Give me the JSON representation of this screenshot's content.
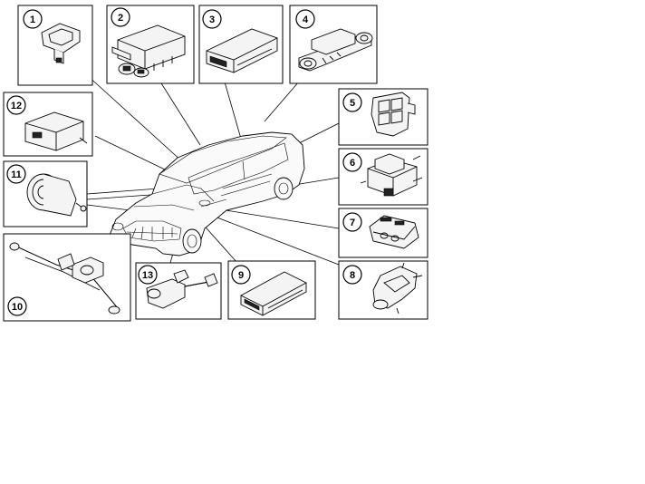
{
  "diagram": {
    "callouts": [
      {
        "id": "1",
        "label": "1"
      },
      {
        "id": "2",
        "label": "2"
      },
      {
        "id": "3",
        "label": "3"
      },
      {
        "id": "4",
        "label": "4"
      },
      {
        "id": "5",
        "label": "5"
      },
      {
        "id": "6",
        "label": "6"
      },
      {
        "id": "7",
        "label": "7"
      },
      {
        "id": "8",
        "label": "8"
      },
      {
        "id": "9",
        "label": "9"
      },
      {
        "id": "10",
        "label": "10"
      },
      {
        "id": "11",
        "label": "11"
      },
      {
        "id": "12",
        "label": "12"
      },
      {
        "id": "13",
        "label": "13"
      }
    ],
    "colors": {
      "line": "#000000",
      "background": "#ffffff",
      "part_fill": "#f4f4f4"
    }
  }
}
